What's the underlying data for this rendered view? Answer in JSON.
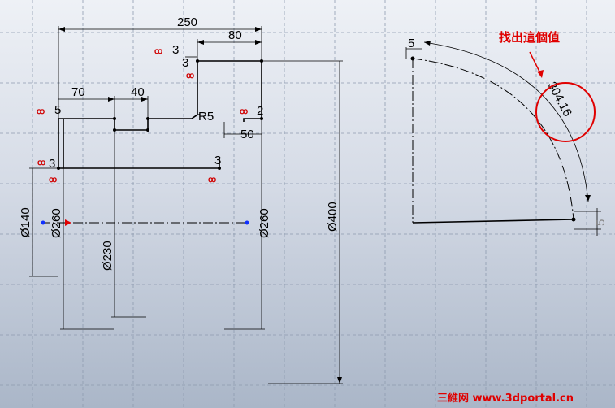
{
  "left_sketch": {
    "dims": {
      "overall_width": "250",
      "right_step_width": "80",
      "left_step_width": "70",
      "mid_step_width": "40",
      "step_height_top": "3",
      "step_height_small": "3",
      "right_edge_small": "2",
      "left_gap": "5",
      "fillet_radius": "R5",
      "right_offset": "50",
      "left_lower_small": "3",
      "right_lower_small": "3"
    },
    "diameters": {
      "d140": "Ø140",
      "d260_left": "Ø260",
      "d230": "Ø230",
      "d260_right": "Ø260",
      "d400": "Ø400"
    }
  },
  "right_sketch": {
    "top_gap": "5",
    "arc_length": "304.16",
    "side_gap": "5"
  },
  "annotation": {
    "note": "找出這個值"
  },
  "watermark": {
    "text": "三維网 www.3dportal.cn"
  }
}
